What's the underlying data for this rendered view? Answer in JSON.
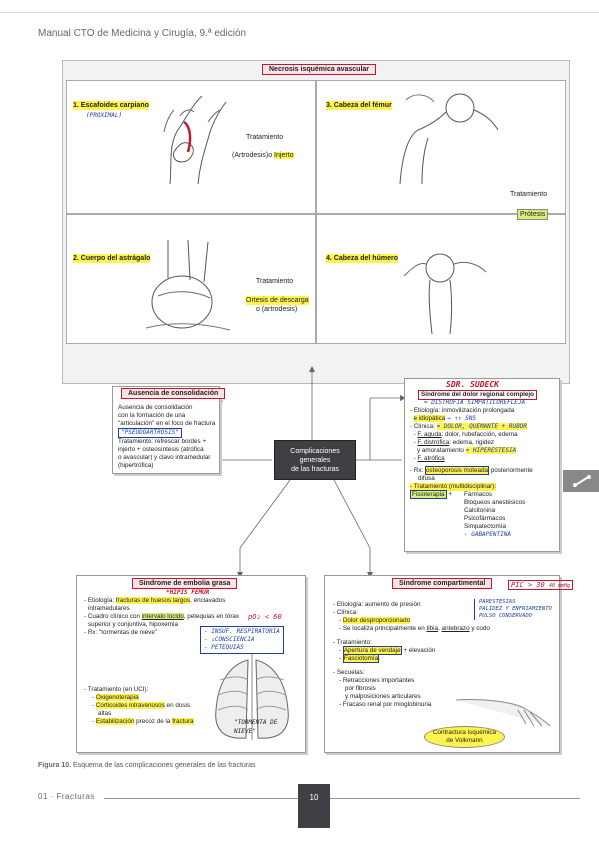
{
  "header": {
    "title": "Manual CTO de Medicina y Cirugía, 9.ª edición"
  },
  "top_banner": {
    "title": "Necrosis isquémica avascular"
  },
  "necrosis": {
    "scaphoid": {
      "title": "1. Escafoides carpiano",
      "note": "(PROXIMAL)",
      "treatment_label": "Tratamiento",
      "treatment_a": "(Artrodesis)",
      "treatment_o": "o ",
      "treatment_b": "Injerto"
    },
    "femur": {
      "title": "3. Cabeza del fémur",
      "treatment_label": "Tratamiento",
      "treatment": "Prótesis"
    },
    "talus": {
      "title": "2. Cuerpo del astrágalo",
      "treatment_label": "Tratamiento",
      "treatment_a": "Ortesis de descarga",
      "treatment_b": "o (artrodesis)"
    },
    "humerus": {
      "title": "4. Cabeza del húmero"
    }
  },
  "center": {
    "line1": "Complicaciones",
    "line2": "generales",
    "line3": "de las fracturas"
  },
  "nonunion": {
    "title": "Ausencia de consolidación",
    "line1": "Ausencia de consolidación",
    "line2": "con la formación de una",
    "line3": "\"articulación\" en el foco de fractura",
    "hand": "\"PSEUDOARTROSIS\"",
    "line4": "Tratamiento: refrescar bordes +",
    "line5": "injerto + osteosíntesis (atrófica",
    "line6": "o avascular) y clavo intramedular",
    "line7": "(hipertrófica)"
  },
  "sudeck": {
    "hand_title": "SDR. SUDECK",
    "title": "Síndrome del dolor regional complejo",
    "hand_sub": "= DISTROFIA SIMPATICOREFLEJA",
    "etio_a": "- Etiología: inmovilización prolongada",
    "etio_b": "e idiopática",
    "etio_hand": "→ ↑↑ SNS",
    "clinica": "- Clínica:",
    "hand_clin": "= DOLOR, QUEMANTE + RUBOR",
    "c1a": "F. aguda",
    "c1b": ": dolor, rubefacción, edema",
    "c2a": "F. distrófica",
    "c2b": ": edema, rigidez",
    "c3": "y amoratamiento",
    "hand_hip": "= HIPERESTESIA",
    "c4": "F. atrófica",
    "rx_a": "- Rx: ",
    "rx_b": "osteoporosis moteada",
    "rx_c": " posteriormente",
    "rx_d": "difusa",
    "trat": "- Tratamiento (multidisciplinar):",
    "fisio": "Fisioterapia",
    "plus": "+",
    "drugs": [
      "Fármacos",
      "Bloqueos anestésicos",
      "Calcitonina",
      "Psicofármacos",
      "Simpatectomía"
    ],
    "hand_last": "- GABAPENTINA"
  },
  "fat_embolism": {
    "title": "Síndrome de embolia grasa",
    "hand_top": "*HÍPIS FÉMUR",
    "etio_a": "- Etiología: ",
    "etio_b": "fracturas de huesos largos",
    "etio_c": ", enclavados",
    "etio_d": "intramedulares",
    "clin_a": "- Cuadro clínico con ",
    "clin_b": "intervalo lúcido",
    "clin_c": ", petequias en tórax",
    "clin_d": "superior y conjuntiva, hipoxemia",
    "hand_po2": "pO₂ < 60",
    "rx": "- Rx: \"tormentas de nieve\"",
    "hand_list": [
      "- INSUF. RESPIRATORIA",
      "- ↓CONSCIENCIA",
      "- PETEQUIAS"
    ],
    "trat": "- Tratamiento (en UCI):",
    "t1": "Oxigenoterapia",
    "t2a": "Corticoides intravenosos",
    "t2b": " en dosis",
    "t2c": "altas",
    "t3a": "Estabilización",
    "t3b": " precoz de la ",
    "t3c": "fractura",
    "hand_storm": "\"TORMENTA DE NIEVE\""
  },
  "compartment": {
    "title": "Síndrome compartimental",
    "hand_pic": "PIC > 30",
    "hand_pic_unit": "40 mmHg",
    "etio": "- Etiología: aumento de presión",
    "clin": "- Clínica:",
    "hand_par": [
      "PARESTESIAS",
      "PALIDEZ Y ENFRIAMIENTO",
      "PULSO CONSERVADO"
    ],
    "c1": "Dolor desproporcionado",
    "c2a": "Se localiza principalmente en ",
    "c2b": "tibia",
    "c2c": ", ",
    "c2d": "antebrazo",
    "c2e": " y codo",
    "trat": "- Tratamiento:",
    "t1a": "Apertura de vendaje",
    "t1b": " + elevación",
    "t2": "Fasciotomía",
    "sec": "- Secuelas:",
    "s1": "Retracciones importantes",
    "s2": "por fibrosis",
    "s3": "y malposiciones articulares",
    "s4": "Fracaso renal por mioglobinuria",
    "volk_a": "Contractura isquémica",
    "volk_b": "de Volkmann"
  },
  "caption": {
    "fig": "Figura 10.",
    "text": " Esquema de las complicaciones generales de las fracturas"
  },
  "footer": {
    "chapter": "01 · Fracturas",
    "page": "10"
  }
}
